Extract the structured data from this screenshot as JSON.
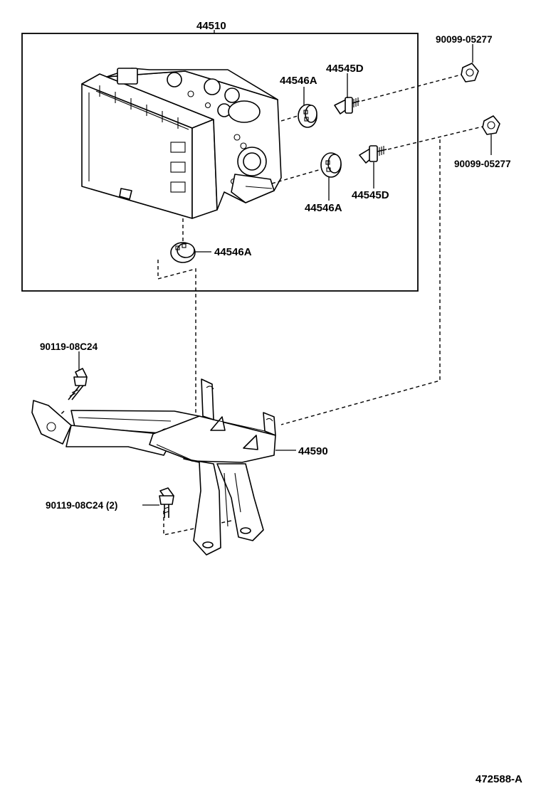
{
  "labels": {
    "actuator_assy": "44510",
    "damper_upper": "44546A",
    "bolt_upper": "44545D",
    "nut_upper": "90099-05277",
    "nut_lower": "90099-05277",
    "damper_lower": "44546A",
    "bolt_lower": "44545D",
    "damper_bottom": "44546A",
    "bolt_bracket_upper": "90119-08C24",
    "bracket": "44590",
    "bolt_bracket_lower": "90119-08C24 (2)",
    "diagram_id": "472588-A"
  }
}
